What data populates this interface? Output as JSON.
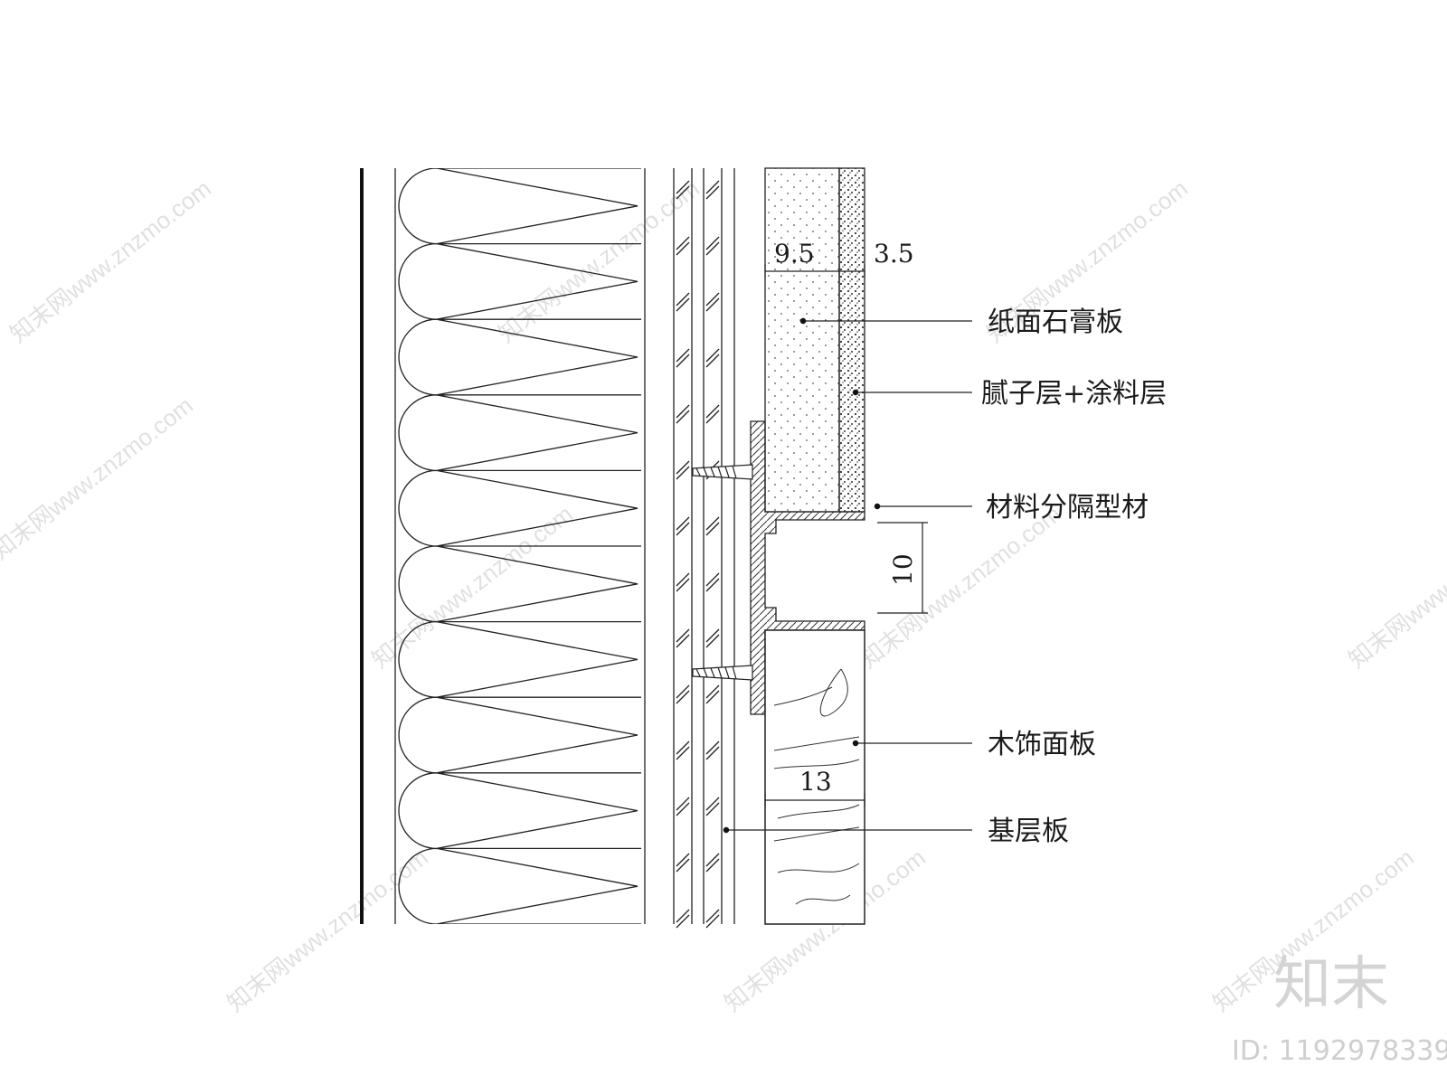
{
  "labels": {
    "gypsum": "纸面石膏板",
    "putty": "腻子层+涂料层",
    "divider": "材料分隔型材",
    "wood": "木饰面板",
    "base": "基层板"
  },
  "dims": {
    "gypsum_thk": "9.5",
    "putty_thk": "3.5",
    "gap": "10",
    "wood_thk": "13"
  },
  "watermark": {
    "text": "知末网www.znzmo.com",
    "brand": "知末",
    "id": "ID: 1192978339"
  },
  "colors": {
    "line": "#1a1a1a",
    "watermark": "#c8c8c8"
  }
}
